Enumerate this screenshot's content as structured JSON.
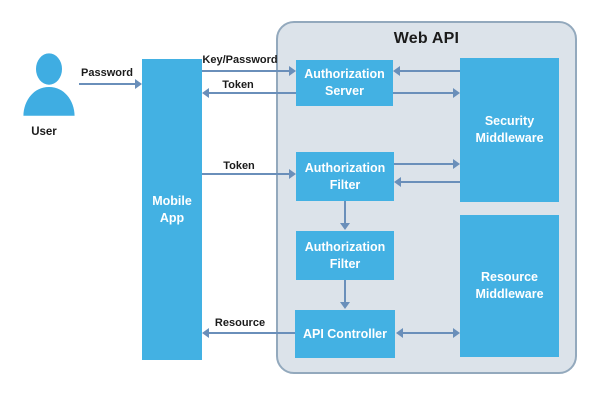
{
  "title": "Web API",
  "nodes": {
    "user": {
      "label": "User"
    },
    "mobile_app": {
      "label": "Mobile\nApp"
    },
    "authorization_server": {
      "label": "Authorization\nServer"
    },
    "security_middleware": {
      "label": "Security\nMiddleware"
    },
    "authorization_filter_1": {
      "label": "Authorization\nFilter"
    },
    "authorization_filter_2": {
      "label": "Authorization\nFilter"
    },
    "api_controller": {
      "label": "API Controller"
    },
    "resource_middleware": {
      "label": "Resource\nMiddleware"
    }
  },
  "edge_labels": {
    "password": "Password",
    "key_password": "Key/Password",
    "token_to_mobile_app": "Token",
    "token_to_auth_filter": "Token",
    "resource": "Resource"
  },
  "icons": {
    "user": "user-icon"
  },
  "colors": {
    "node_fill": "#43b1e3",
    "node_text": "#ffffff",
    "container_fill": "#dce3ea",
    "container_border": "#93a9bd",
    "arrow": "#6a8fba",
    "label_text": "#1b1b1b",
    "user_icon_fill": "#3fade2"
  }
}
